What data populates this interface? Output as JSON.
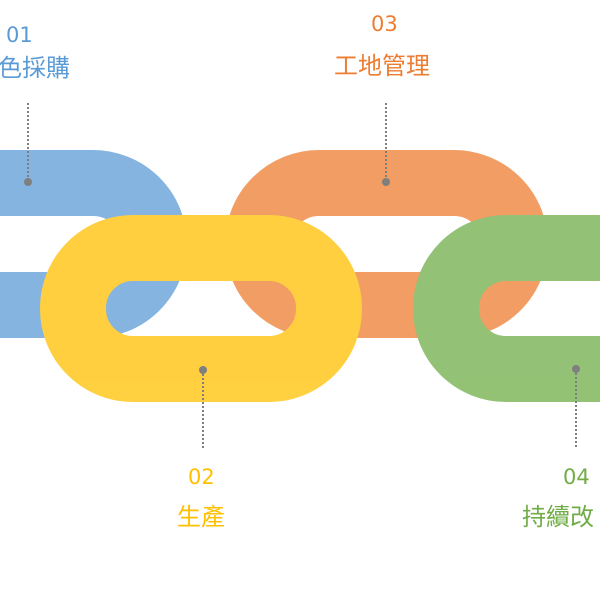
{
  "steps": [
    {
      "number": "01",
      "label": "色採購",
      "color": "#5b9bd5"
    },
    {
      "number": "02",
      "label": "生產",
      "color": "#ffc000"
    },
    {
      "number": "03",
      "label": "工地管理",
      "color": "#ed7d31"
    },
    {
      "number": "04",
      "label": "持續改",
      "color": "#70ad47"
    }
  ],
  "connector_color": "#7f7f7f"
}
